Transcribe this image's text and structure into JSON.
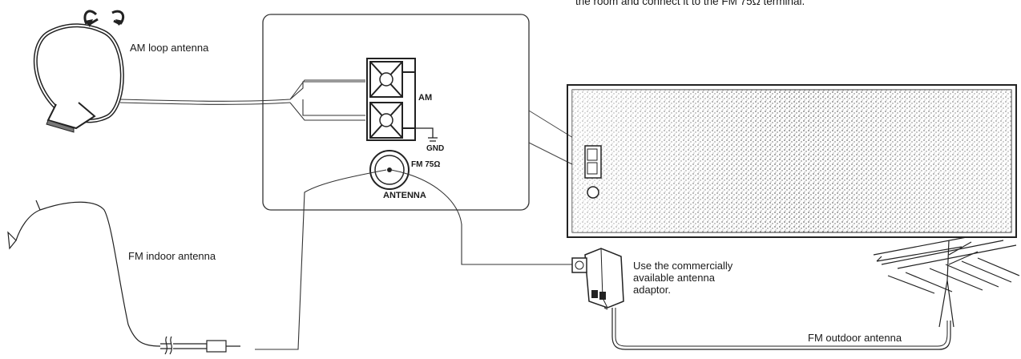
{
  "top_text": "the room and connect it to the FM 75Ω terminal.",
  "labels": {
    "am_loop": "AM loop antenna",
    "am": "AM",
    "gnd": "GND",
    "fm75": "FM 75Ω",
    "antenna": "ANTENNA",
    "fm_indoor": "FM indoor antenna",
    "adaptor_note": "Use the commercially available antenna adaptor.",
    "fm_outdoor": "FM outdoor antenna"
  },
  "colors": {
    "line": "#222222",
    "frame": "#333333",
    "texture": "#555555"
  }
}
